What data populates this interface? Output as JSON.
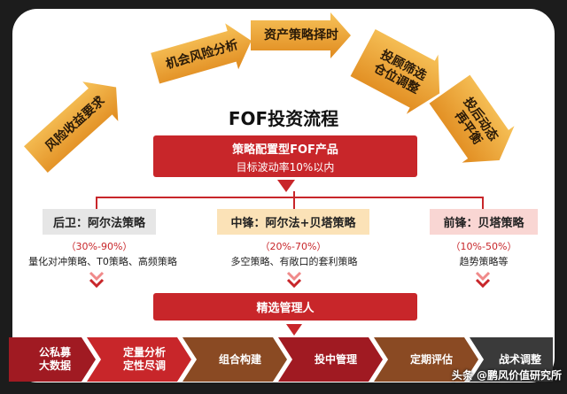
{
  "title": "FOF投资流程",
  "top_steps": [
    {
      "label": "风险收益要求"
    },
    {
      "label": "机会风险分析"
    },
    {
      "label": "资产策略择时"
    },
    {
      "label": "投顾筛选\n仓位调整"
    },
    {
      "label": "投后动态\n再平衡"
    }
  ],
  "center_box": {
    "line1": "策略配置型FOF产品",
    "line2": "目标波动率10%以内"
  },
  "branches": [
    {
      "title": "后卫：阿尔法策略",
      "pct": "（30%-90%）",
      "desc": "量化对冲策略、T0策略、高频策略"
    },
    {
      "title": "中锋：阿尔法+贝塔策略",
      "pct": "（20%-70%）",
      "desc": "多空策略、有敞口的套利策略"
    },
    {
      "title": "前锋：贝塔策略",
      "pct": "（10%-50%）",
      "desc": "趋势策略等"
    }
  ],
  "manager_box": "精选管理人",
  "bottom_steps": [
    {
      "line1": "公私募",
      "line2": "大数据"
    },
    {
      "line1": "定量分析",
      "line2": "定性尽调"
    },
    {
      "line1": "组合构建",
      "line2": ""
    },
    {
      "line1": "投中管理",
      "line2": ""
    },
    {
      "line1": "定期评估",
      "line2": ""
    },
    {
      "line1": "战术调整",
      "line2": ""
    }
  ],
  "watermark": "头条 @鹏风价值研究所",
  "colors": {
    "red": "#c8262a",
    "orange": "#f0a431",
    "gray": "#e6e6e6",
    "cream": "#fbe2b7",
    "pink": "#f9d6d3",
    "brown": "#8a4a23",
    "bottom": [
      "#a01a22",
      "#c8262a",
      "#8a4a23",
      "#a01a22",
      "#8a4a23",
      "#3a3a3a"
    ]
  }
}
